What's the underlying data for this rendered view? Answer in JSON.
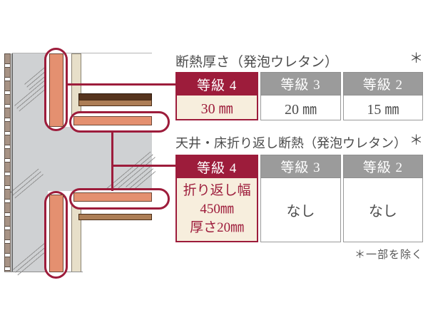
{
  "table1": {
    "title": "断熱厚さ（発泡ウレタン）",
    "note_mark": "＊",
    "headers": [
      "等級 4",
      "等級 3",
      "等級 2"
    ],
    "values": [
      "30 ㎜",
      "20 ㎜",
      "15 ㎜"
    ]
  },
  "table2": {
    "title": "天井・床折り返し断熱（発泡ウレタン）",
    "note_mark": "＊",
    "headers": [
      "等級 4",
      "等級 3",
      "等級 2"
    ],
    "grade4_value_lines": [
      "折り返し幅",
      "450㎜",
      "厚さ20㎜"
    ],
    "values_other": [
      "なし",
      "なし"
    ]
  },
  "footnote": "＊一部を除く",
  "colors": {
    "accent_red": "#9d1c3b",
    "insulation_orange": "#e49070",
    "concrete_gray": "#cfd1d3",
    "tile_tan": "#a79385",
    "cream_cell": "#f7eedd",
    "header_gray": "#9b9b9b",
    "floor_dark_brown": "#56341e",
    "floor_mid_brown": "#ad7e56",
    "interior_board_cream": "#e7dfc9",
    "text_gray": "#4c4c4c"
  }
}
